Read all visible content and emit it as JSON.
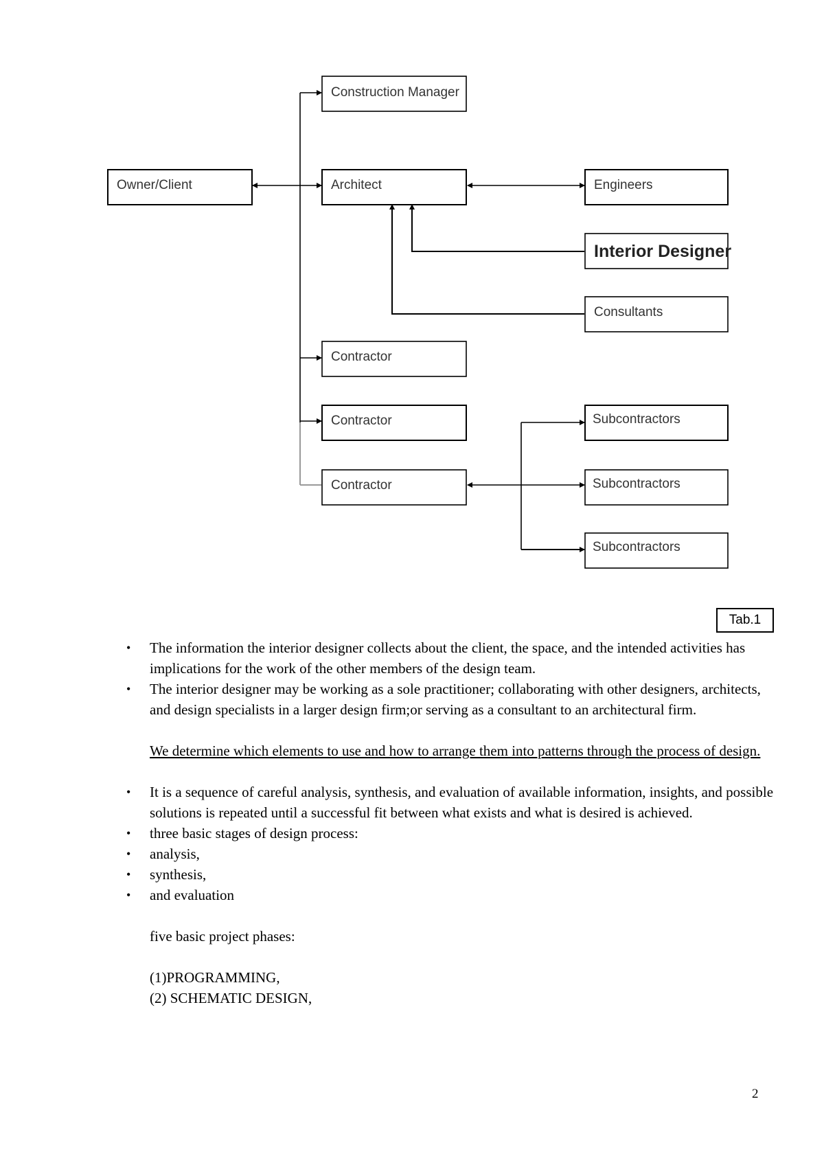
{
  "diagram": {
    "boxes": {
      "construction_manager": "Construction Manager",
      "owner_client": "Owner/Client",
      "architect": "Architect",
      "engineers": "Engineers",
      "interior_designer": "Interior Designer",
      "consultants": "Consultants",
      "contractor_1": "Contractor",
      "contractor_2": "Contractor",
      "contractor_3": "Contractor",
      "subcontractors_1": "Subcontractors",
      "subcontractors_2": "Subcontractors",
      "subcontractors_3": "Subcontractors"
    },
    "caption": "Tab.1"
  },
  "body": {
    "bullets_1": [
      "The information the interior designer collects about the client, the space, and the intended activities has implications for the work of the other members of the design team.",
      "The interior designer may be working as a sole practitioner; collaborating with other designers, architects, and design specialists in a larger design firm;or serving as a consultant to an architectural firm."
    ],
    "underlined": "We determine which elements to use and how to arrange them into patterns through the process of design.",
    "bullets_2": [
      "It is a sequence of careful analysis, synthesis, and evaluation of available information, insights, and possible solutions is repeated until a successful fit between what exists and what is desired is achieved.",
      "three basic stages of design process:",
      "analysis,",
      "synthesis,",
      "and evaluation"
    ],
    "phases_heading": "five basic project phases:",
    "phases": [
      "(1)PROGRAMMING,",
      "(2) SCHEMATIC DESIGN,"
    ]
  },
  "page_number": "2"
}
